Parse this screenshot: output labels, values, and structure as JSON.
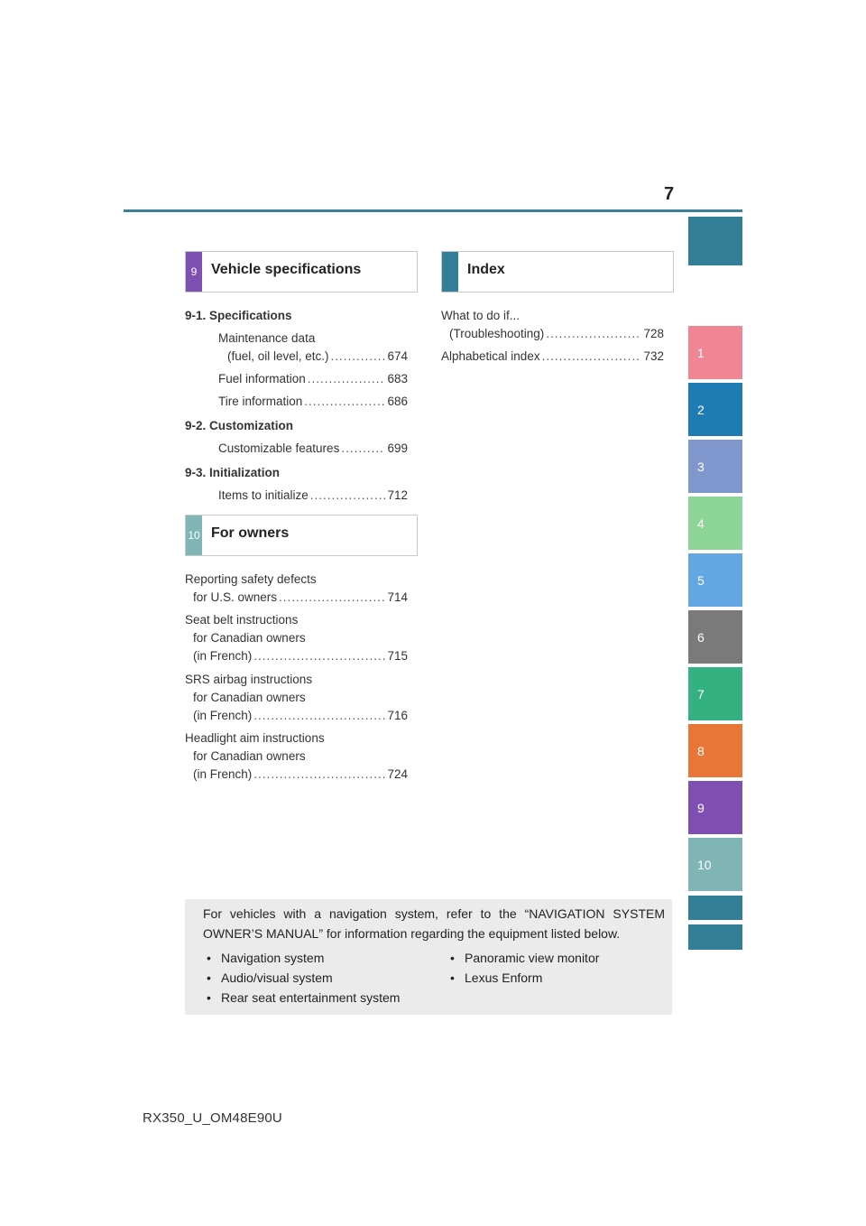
{
  "page": {
    "number": "7",
    "footer": "RX350_U_OM48E90U"
  },
  "tabs": [
    {
      "label": "",
      "color": "#347f98"
    },
    {
      "label": "1",
      "color": "#f08593"
    },
    {
      "label": "2",
      "color": "#1e7bb3"
    },
    {
      "label": "3",
      "color": "#7f97cc"
    },
    {
      "label": "4",
      "color": "#8dd597"
    },
    {
      "label": "5",
      "color": "#62a7e3"
    },
    {
      "label": "6",
      "color": "#7a7a7a"
    },
    {
      "label": "7",
      "color": "#33b180"
    },
    {
      "label": "8",
      "color": "#e87636"
    },
    {
      "label": "9",
      "color": "#804fb3"
    },
    {
      "label": "10",
      "color": "#7fb5b5"
    },
    {
      "label": "",
      "color": "#347f98"
    },
    {
      "label": "",
      "color": "#347f98"
    }
  ],
  "sections": {
    "s9": {
      "num": "9",
      "title": "Vehicle specifications",
      "color": "#804fb3"
    },
    "s10": {
      "num": "10",
      "title": "For owners",
      "color": "#7fb5b5"
    },
    "index": {
      "num": "",
      "title": "Index",
      "color": "#347f98"
    }
  },
  "toc9": {
    "sub1": "9-1.   Specifications",
    "maint1": "Maintenance data",
    "maint2": "(fuel, oil level, etc.)",
    "maint_pg": "674",
    "fuel": "Fuel information",
    "fuel_pg": "683",
    "tire": "Tire information",
    "tire_pg": "686",
    "sub2": "9-2.   Customization",
    "custom": "Customizable features",
    "custom_pg": "699",
    "sub3": "9-3.   Initialization",
    "init": "Items to initialize",
    "init_pg": "712"
  },
  "toc10": {
    "a1": "Reporting safety defects",
    "a2": "for U.S. owners",
    "a_pg": "714",
    "b1": "Seat belt instructions",
    "b2": "for Canadian owners",
    "b3": "(in French)",
    "b_pg": "715",
    "c1": "SRS airbag instructions",
    "c2": "for Canadian owners",
    "c3": "(in French)",
    "c_pg": "716",
    "d1": "Headlight aim instructions",
    "d2": "for Canadian owners",
    "d3": "(in French)",
    "d_pg": "724"
  },
  "tocIndex": {
    "w1": "What to do if...",
    "w2": "(Troubleshooting)",
    "w_pg": "728",
    "alpha": "Alphabetical index",
    "alpha_pg": "732"
  },
  "note": {
    "text": "For vehicles with a navigation system, refer to the “NAVIGATION SYSTEM OWNER’S MANUAL” for information regarding the equipment listed below.",
    "bullet_char": "•",
    "items_left": [
      "Navigation system",
      "Audio/visual system",
      "Rear seat entertainment system"
    ],
    "items_right": [
      "Panoramic view monitor",
      "Lexus Enform"
    ]
  }
}
